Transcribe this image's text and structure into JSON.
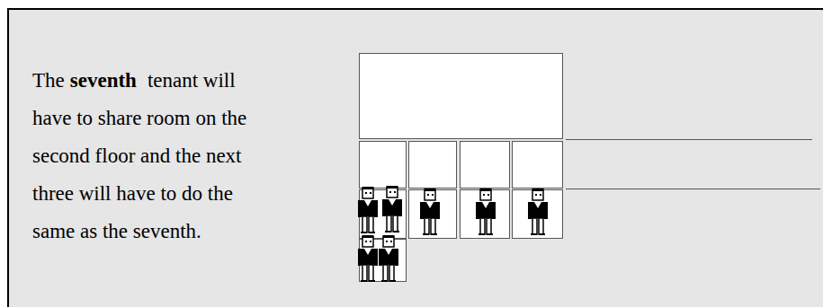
{
  "diagram": {
    "labels": [
      "The",
      "seventh",
      "tenant will have to share room on the second floor and the next three will have to do the same as the seventh."
    ]
  }
}
